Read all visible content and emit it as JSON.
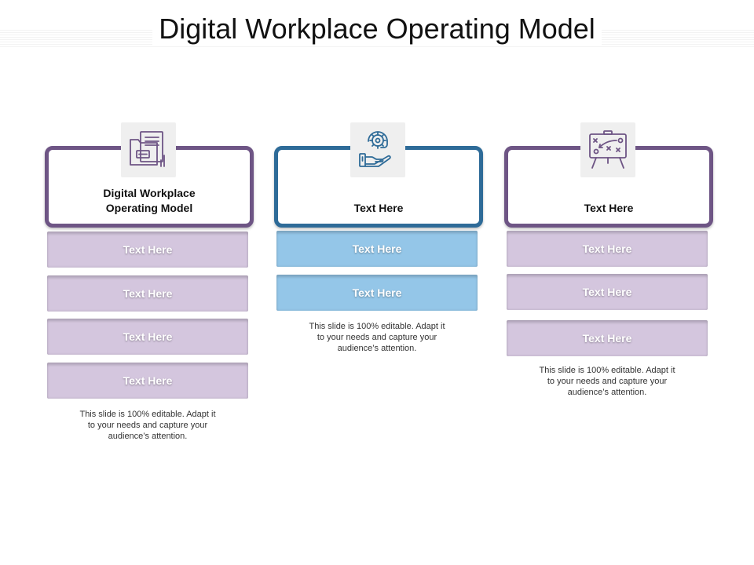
{
  "title": "Digital Workplace Operating Model",
  "colors": {
    "purple_border": "#6e5585",
    "blue_border": "#2e6b98",
    "purple_row": "#d4c6de",
    "blue_row": "#94c6e8",
    "icon_bg": "#efefef"
  },
  "columns": [
    {
      "icon": "document-folder-icon",
      "heading_line1": "Digital Workplace",
      "heading_line2": "Operating Model",
      "rows": [
        "Text Here",
        "Text Here",
        "Text Here",
        "Text Here"
      ],
      "description": [
        "This slide is 100% editable. Adapt it",
        "to your needs and capture your",
        "audience’s attention."
      ]
    },
    {
      "icon": "support-hand-gear-icon",
      "heading": "Text Here",
      "rows": [
        "Text Here",
        "Text Here"
      ],
      "description": [
        "This slide is 100% editable. Adapt it",
        "to your needs and capture your",
        "audience’s attention."
      ]
    },
    {
      "icon": "strategy-board-icon",
      "heading": "Text Here",
      "rows": [
        "Text Here",
        "Text Here",
        "Text Here"
      ],
      "description": [
        "This slide is 100% editable. Adapt it",
        "to your needs and capture your",
        "audience’s attention."
      ]
    }
  ]
}
